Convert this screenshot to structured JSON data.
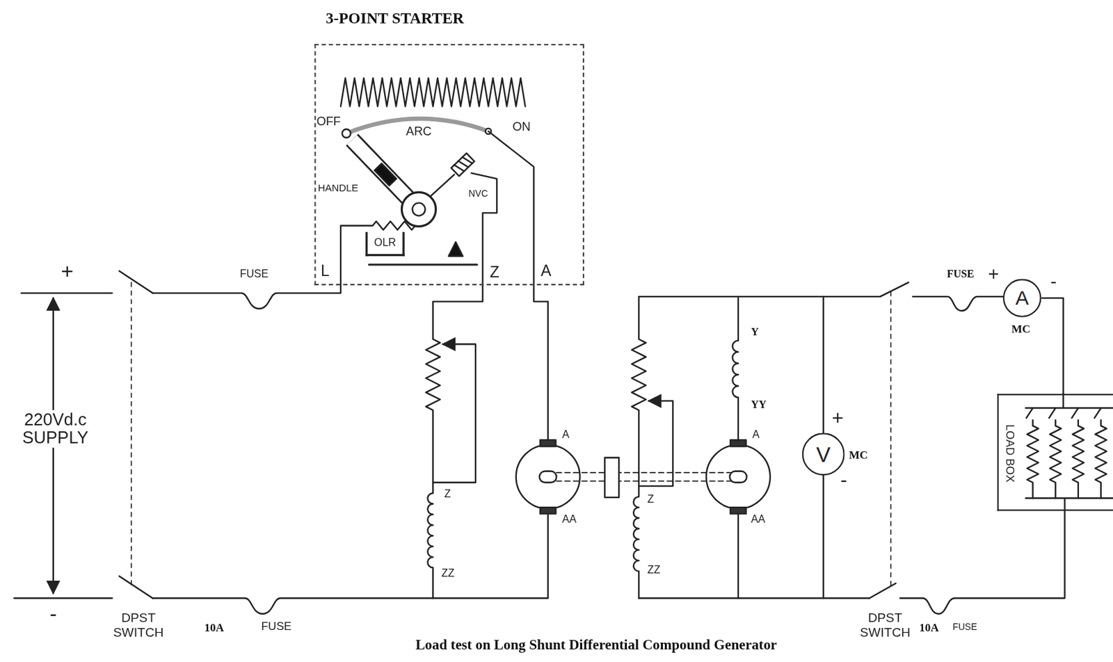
{
  "diagram": {
    "caption": "Load test on Long Shunt Differential Compound Generator",
    "nodes": [
      {
        "text": [
          "3-POINT STARTER"
        ]
      },
      {
        "text": [
          "OLR"
        ],
        "in": 0
      },
      {
        "text": [
          "V"
        ]
      },
      {
        "text": [
          "A"
        ]
      },
      {
        "text": [
          "LOAD BOX"
        ]
      }
    ],
    "edges": [
      {
        "from": 3,
        "to": 4,
        "arrow": "none"
      }
    ],
    "labels": [
      "OFF",
      "ARC",
      "ON",
      "HANDLE",
      "NVC",
      "L",
      "Z",
      "A",
      "+",
      "220Vd.c SUPPLY",
      "-",
      "FUSE",
      "DPST SWITCH",
      "10A",
      "FUSE",
      "A",
      "AA",
      "Z",
      "ZZ",
      "Y",
      "YY",
      "A",
      "AA",
      "Z",
      "ZZ",
      "+",
      "MC",
      "-",
      "FUSE",
      "+",
      "-",
      "MC",
      "DPST SWITCH",
      "10A",
      "FUSE"
    ]
  }
}
